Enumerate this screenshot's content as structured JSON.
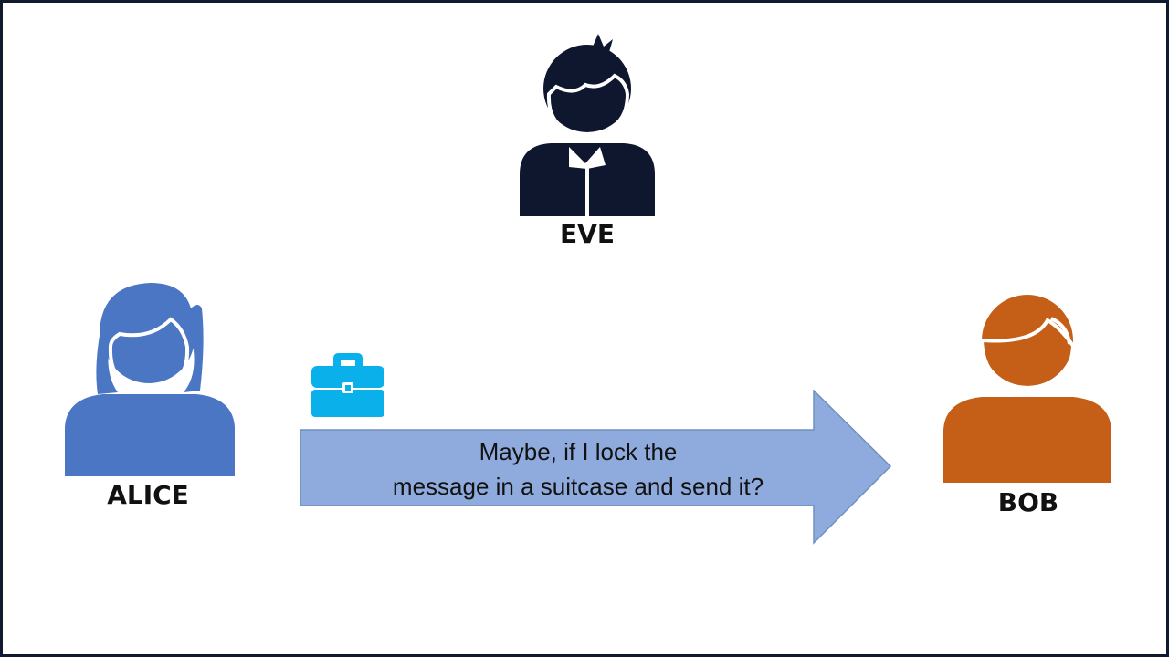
{
  "people": {
    "eve": {
      "name": "EVE",
      "color": "#0f172e"
    },
    "alice": {
      "name": "ALICE",
      "color": "#4a76c4"
    },
    "bob": {
      "name": "BOB",
      "color": "#c55f17"
    }
  },
  "message": {
    "line1": "Maybe, if I lock the",
    "line2": "message in a suitcase and send it?",
    "arrow_color": "#8faadc"
  },
  "suitcase": {
    "icon": "briefcase-icon",
    "color": "#0ab0ea"
  }
}
